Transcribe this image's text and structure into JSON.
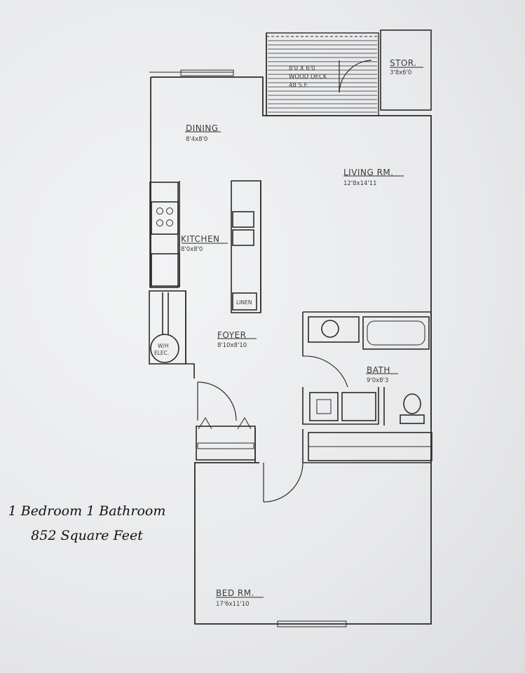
{
  "caption": {
    "line1": "1 Bedroom 1 Bathroom",
    "line2": "852 Square Feet"
  },
  "rooms": {
    "dining": {
      "name": "DINING",
      "dim": "8'4x8'0"
    },
    "living": {
      "name": "LIVING RM.",
      "dim": "12'8x14'11"
    },
    "kitchen": {
      "name": "KITCHEN",
      "dim": "8'0x8'0"
    },
    "foyer": {
      "name": "FOYER",
      "dim": "8'10x8'10"
    },
    "bath": {
      "name": "BATH",
      "dim": "9'0x8'3"
    },
    "bedroom": {
      "name": "BED RM.",
      "dim": "17'6x11'10"
    },
    "storage": {
      "name": "STOR.",
      "dim": "3'8x6'0"
    },
    "deck": {
      "line1": "8'0 X 6'0",
      "line2": "WOOD DECK",
      "line3": "48 S.F."
    }
  },
  "fixtures": {
    "linen": "LINEN",
    "wh_line1": "W/H",
    "wh_line2": "ELEC."
  }
}
